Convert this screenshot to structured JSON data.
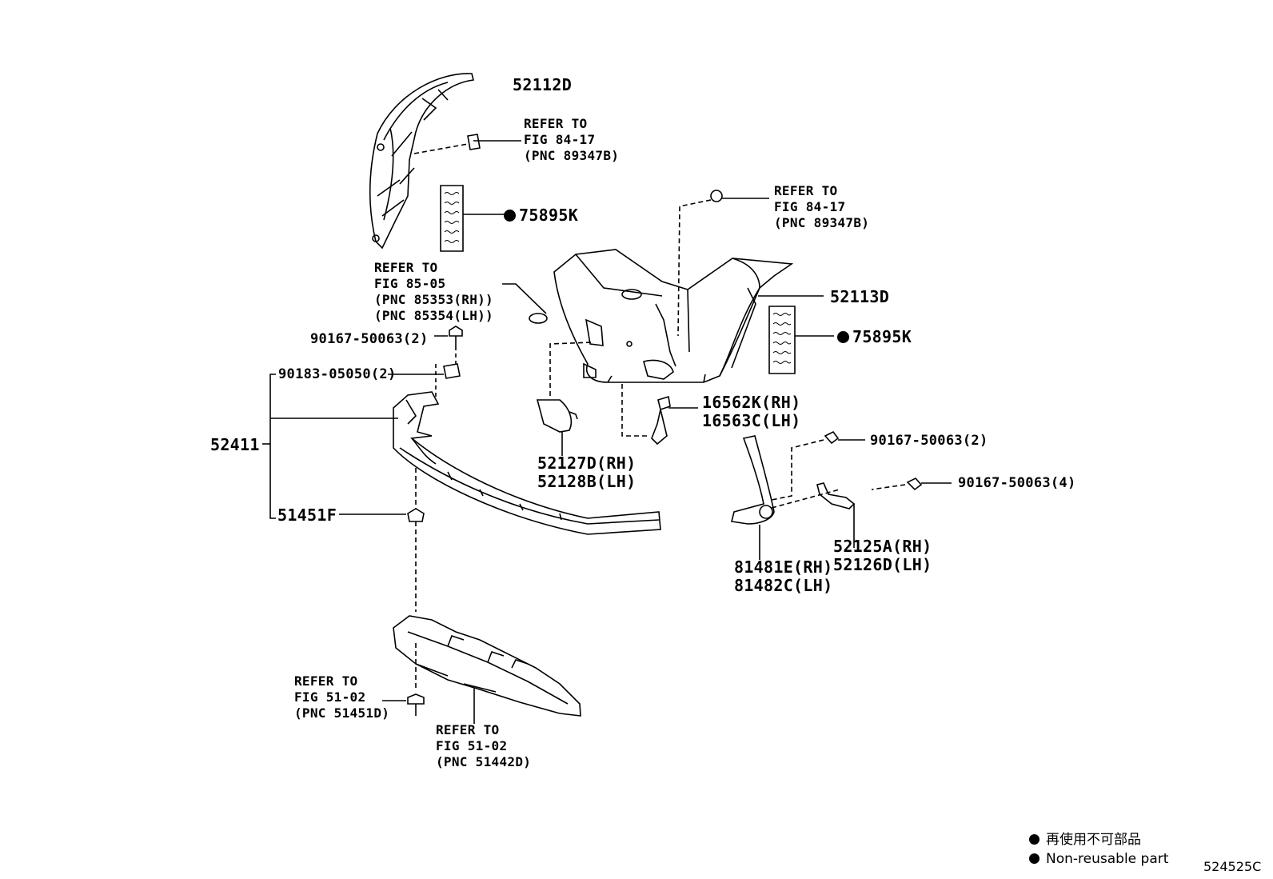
{
  "callouts": {
    "p52112D": "52112D",
    "ref_top_a": [
      "REFER TO",
      "FIG 84-17",
      "(PNC 89347B)"
    ],
    "p75895K_a": "75895K",
    "ref_top_b": [
      "REFER TO",
      "FIG 84-17",
      "(PNC 89347B)"
    ],
    "ref_85": [
      "REFER TO",
      "FIG 85-05",
      "(PNC 85353(RH))",
      "(PNC 85354(LH))"
    ],
    "p90167_2_a": "90167-50063(2)",
    "p90183": "90183-05050(2)",
    "p52113D": "52113D",
    "p75895K_b": "75895K",
    "p16562K": "16562K(RH)",
    "p16563C": "16563C(LH)",
    "p52411": "52411",
    "p52127D": "52127D(RH)",
    "p52128B": "52128B(LH)",
    "p90167_2_b": "90167-50063(2)",
    "p90167_4": "90167-50063(4)",
    "p51451F": "51451F",
    "p52125A": "52125A(RH)",
    "p52126D": "52126D(LH)",
    "p81481E": "81481E(RH)",
    "p81482C": "81482C(LH)",
    "ref_5102_a": [
      "REFER TO",
      "FIG 51-02",
      "(PNC 51451D)"
    ],
    "ref_5102_b": [
      "REFER TO",
      "FIG 51-02",
      "(PNC 51442D)"
    ]
  },
  "legend": {
    "line1": "再使用不可部品",
    "line2": "Non-reusable part"
  },
  "figure_id": "524525C"
}
